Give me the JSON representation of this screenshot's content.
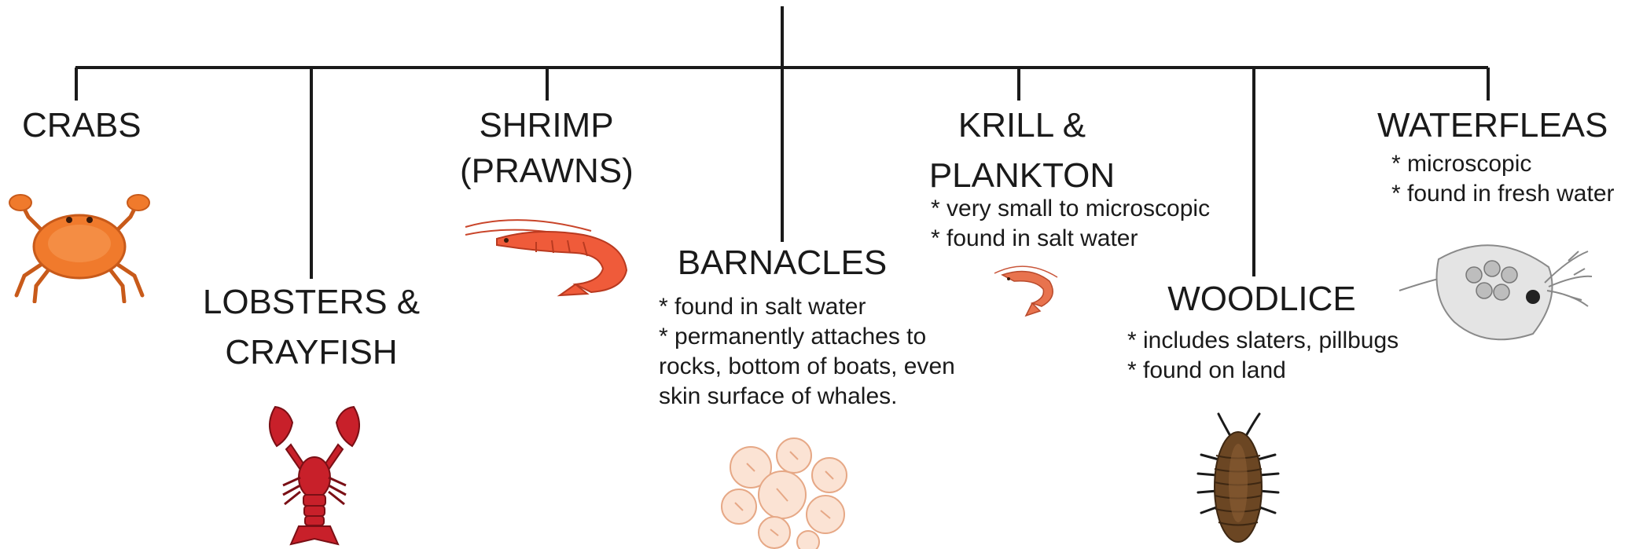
{
  "groups": {
    "crabs": {
      "title": [
        "CRABS"
      ],
      "notes": [],
      "icon": "crab-icon"
    },
    "lobsters": {
      "title": [
        "LOBSTERS &",
        "CRAYFISH"
      ],
      "notes": [],
      "icon": "lobster-icon"
    },
    "shrimp": {
      "title": [
        "SHRIMP",
        "(PRAWNS)"
      ],
      "notes": [],
      "icon": "shrimp-icon"
    },
    "barnacles": {
      "title": [
        "BARNACLES"
      ],
      "notes": [
        "* found in salt water",
        "* permanently attaches to",
        "rocks, bottom of boats, even",
        "skin surface of whales."
      ],
      "icon": "barnacles-icon"
    },
    "krill": {
      "title": [
        "KRILL &",
        "PLANKTON"
      ],
      "notes": [
        "* very small to microscopic",
        "* found in salt water"
      ],
      "icon": "krill-icon"
    },
    "woodlice": {
      "title": [
        "WOODLICE"
      ],
      "notes": [
        "* includes slaters, pillbugs",
        "* found on land"
      ],
      "icon": "woodlouse-icon"
    },
    "waterfleas": {
      "title": [
        "WATERFLEAS"
      ],
      "notes": [
        "* microscopic",
        "* found in fresh water"
      ],
      "icon": "waterflea-icon"
    }
  },
  "colors": {
    "line": "#1a1a1a",
    "crab": "#f07a2c",
    "lobster": "#c8202a",
    "shrimp": "#ef5b3a",
    "barnacle": "#f6c7ac",
    "krill": "#e8734e",
    "woodlouse": "#6b4623",
    "waterflea": "#9a9a9a"
  }
}
